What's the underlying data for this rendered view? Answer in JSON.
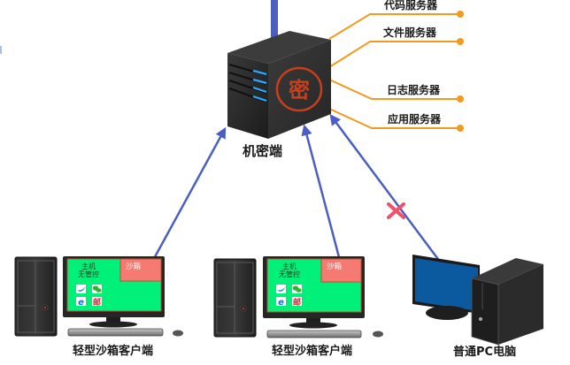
{
  "diagram": {
    "central_node": {
      "label": "机密端",
      "emblem": "密",
      "emblem_color": "#c8401a"
    },
    "servers": [
      {
        "label": "代码服务器"
      },
      {
        "label": "文件服务器"
      },
      {
        "label": "日志服务器"
      },
      {
        "label": "应用服务器"
      }
    ],
    "clients": [
      {
        "label": "轻型沙箱客户端",
        "screen_host_text_line1": "主机",
        "screen_host_text_line2": "无管控",
        "sandbox_label": "沙箱",
        "apps": [
          "bird-app-icon",
          "wechat-icon",
          "ie-browser-icon",
          "mail-icon"
        ],
        "mail_glyph": "邮",
        "ie_glyph": "e",
        "connection": "allowed"
      },
      {
        "label": "轻型沙箱客户端",
        "screen_host_text_line1": "主机",
        "screen_host_text_line2": "无管控",
        "sandbox_label": "沙箱",
        "apps": [
          "bird-app-icon",
          "wechat-icon",
          "ie-browser-icon",
          "mail-icon"
        ],
        "mail_glyph": "邮",
        "ie_glyph": "e",
        "connection": "allowed"
      },
      {
        "label": "普通PC电脑",
        "connection": "blocked"
      }
    ],
    "colors": {
      "arrow": "#4a5fc1",
      "server_link": "#f39a1e",
      "blocked_mark": "#f0506a",
      "host_screen": "#00f07a",
      "sandbox": "#f57a72",
      "pc_screen": "#0b5aa0"
    }
  }
}
